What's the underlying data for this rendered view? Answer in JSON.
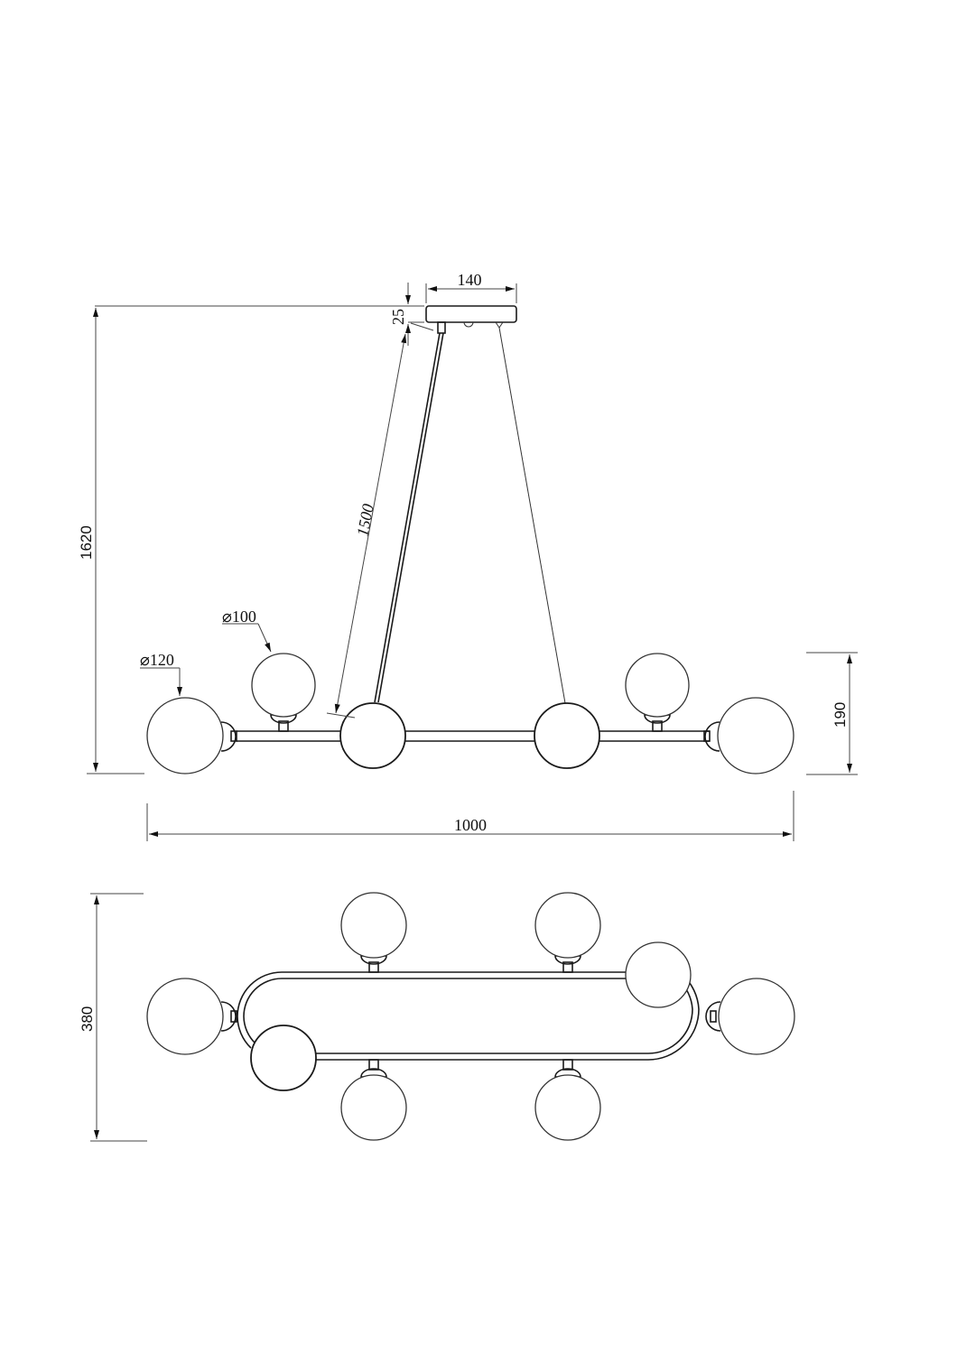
{
  "drawing": {
    "title": "Pendant chandelier technical drawing",
    "line_color": "#1a1a1a",
    "background": "#ffffff",
    "front_view": {
      "dimensions": {
        "canopy_width": "140",
        "canopy_height": "25",
        "suspension_length": "1500",
        "total_height": "1620",
        "fixture_height": "190",
        "total_width": "1000"
      },
      "callouts": {
        "large_globe_diameter": "⌀120",
        "small_globe_diameter": "⌀100"
      }
    },
    "top_view": {
      "dimensions": {
        "depth": "380"
      }
    }
  }
}
